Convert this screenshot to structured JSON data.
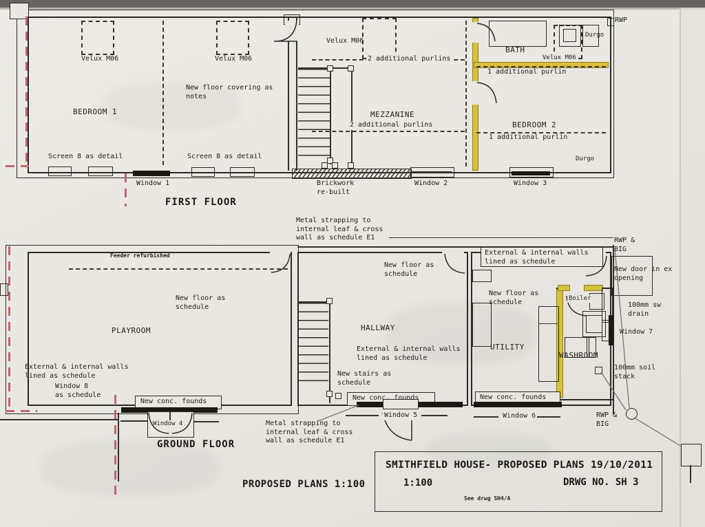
{
  "document": {
    "kind": "Photographed architectural drawing — proposed floor plans",
    "colors": {
      "paper": "#e9e7e1",
      "ink": "#2b2a26",
      "highlight_wall": "#d7c13d",
      "red_dashed": "#c2646c"
    }
  },
  "first_floor": {
    "caption": "FIRST FLOOR",
    "velux_left": "Velux M06",
    "velux_mid": "Velux M06",
    "new_floor_covering": "New floor covering as\nnotes",
    "bedroom1": "BEDROOM 1",
    "screen8_left": "Screen 8 as detail",
    "screen8_right": "Screen 8 as detail",
    "window1": "Window 1",
    "velux_mezzanine": "Velux M06",
    "purlins_top": "2 additional purlins",
    "mezzanine": "MEZZANINE",
    "mezzanine_purlins": "2 additional purlins",
    "brickwork": "Brickwork\nre-built",
    "window2": "Window 2",
    "bath": "BATH",
    "velux_bath": "Velux M06",
    "durgo_top": "Durgo",
    "rwp": "RWP",
    "purlin_bath": "1 additional purlin",
    "bedroom2": "BEDROOM 2",
    "purlin_bedroom2": "1 additional purlin",
    "durgo_bottom": "Durgo",
    "window3": "Window 3",
    "metal_strapping": "Metal strapping to\ninternal leaf & cross\nwall as schedule E1"
  },
  "ground_floor": {
    "caption": "GROUND FLOOR",
    "feeder": "Feeder refurbished",
    "new_floor_playroom": "New floor as\nschedule",
    "playroom": "PLAYROOM",
    "walls_left": "External & internal walls\nlined as schedule",
    "window8": "Window 8\nas schedule",
    "conc_founds_left": "New conc. founds",
    "window4": "Window 4",
    "new_floor_hall": "New floor as\nschedule",
    "hallway": "HALLWAY",
    "walls_mid": "External & internal walls\nlined as schedule",
    "new_stairs": "New stairs as\nschedule",
    "conc_founds_mid": "New conc. founds",
    "window5": "Window 5",
    "metal_strapping": "Metal strapping to\ninternal leaf & cross\nwall as schedule E1",
    "walls_right": "External & internal walls\nlined as schedule",
    "rwp_big_top": "RWP &\nBIG",
    "new_door": "New door in ex\nopening",
    "new_floor_utility": "New floor as\nschedule",
    "boiler": "Boiler",
    "sw_drain": "100mm sw\ndrain",
    "window7": "Window 7",
    "utility": "UTILITY",
    "washroom": "WASHROOM",
    "soil_stack": "100mm soil\nstack",
    "conc_founds_right": "New conc. founds",
    "window6": "Window 6",
    "rwp_big_bottom": "RWP &\nBIG"
  },
  "captions": {
    "proposed_plans": "PROPOSED PLANS 1:100"
  },
  "title_block": {
    "title": "SMITHFIELD HOUSE- PROPOSED PLANS 19/10/2011",
    "scale": "1:100",
    "drwg_no": "DRWG NO. SH 3",
    "note": "See drwg SH4/A"
  }
}
